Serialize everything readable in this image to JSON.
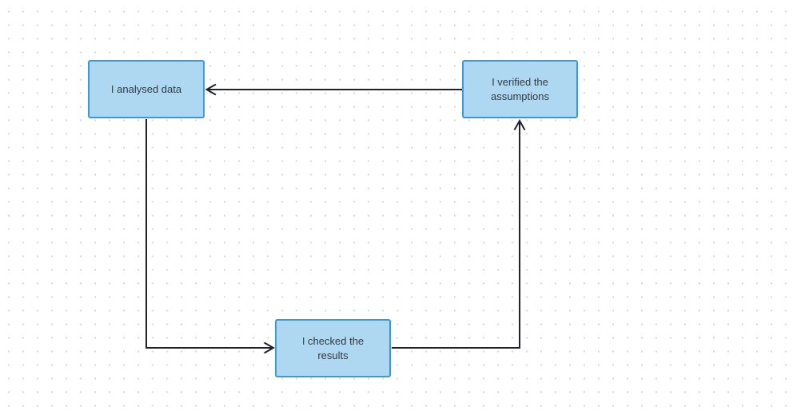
{
  "diagram": {
    "nodes": [
      {
        "id": "analysed",
        "label": "I analysed data"
      },
      {
        "id": "verified",
        "label": "I verified the assumptions"
      },
      {
        "id": "checked",
        "label": "I checked the results"
      }
    ],
    "connectors": [
      {
        "id": "verified-to-analysed",
        "from": "verified",
        "to": "analysed",
        "arrowhead": "open",
        "direction": "left"
      },
      {
        "id": "analysed-to-checked",
        "from": "analysed",
        "to": "checked",
        "arrowhead": "open",
        "direction": "right"
      },
      {
        "id": "checked-to-verified",
        "from": "checked",
        "to": "verified",
        "arrowhead": "open",
        "direction": "up"
      }
    ],
    "colors": {
      "node_fill": "#aed8f2",
      "node_border": "#3b99d6",
      "connector": "#20232b",
      "text": "#333b45",
      "grid_dot": "#d9d9d9",
      "background": "#ffffff"
    }
  }
}
